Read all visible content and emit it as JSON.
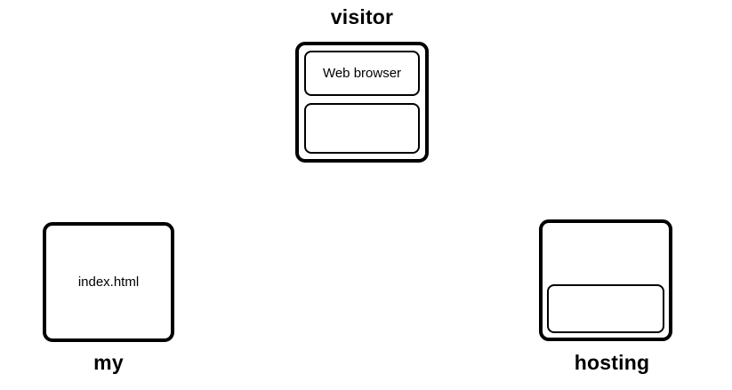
{
  "diagram": {
    "background_color": "#ffffff",
    "stroke_color": "#000000",
    "text_color": "#000000",
    "nodes": [
      {
        "id": "visitor",
        "label": "visitor",
        "label_position": "above",
        "inner_boxes": [
          {
            "text": "Web browser"
          },
          {
            "text": ""
          }
        ]
      },
      {
        "id": "my",
        "label": "my",
        "label_position": "below",
        "text": "index.html"
      },
      {
        "id": "hosting",
        "label": "hosting",
        "label_position": "below",
        "inner_boxes": [
          {
            "text": ""
          }
        ]
      }
    ]
  }
}
